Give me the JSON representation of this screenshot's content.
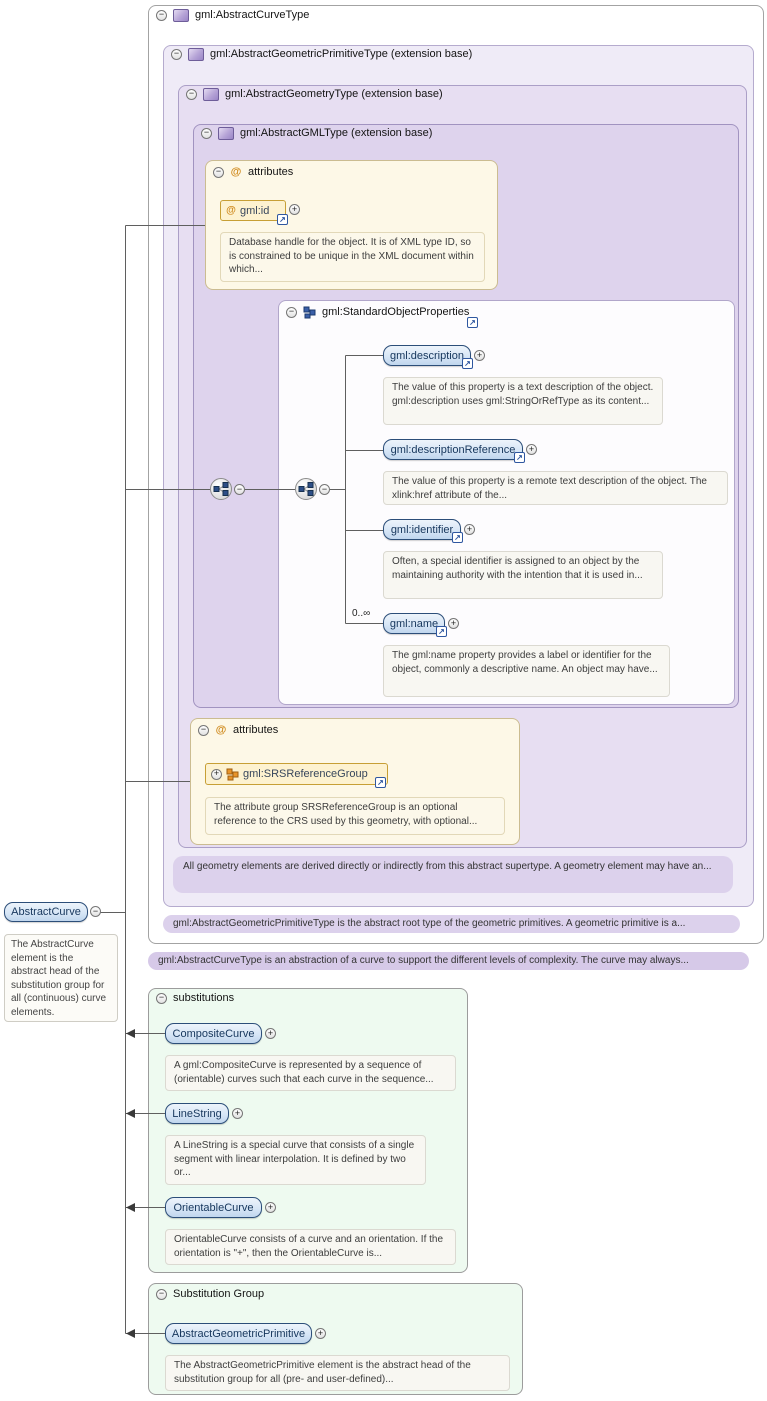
{
  "curve_type": {
    "title": "gml:AbstractCurveType",
    "annotation": "gml:AbstractCurveType is an abstraction of a curve to support the different levels of complexity. The curve may always..."
  },
  "primitive_type": {
    "title": "gml:AbstractGeometricPrimitiveType (extension base)",
    "annotation": "gml:AbstractGeometricPrimitiveType is the abstract root type of the geometric primitives. A geometric primitive is a..."
  },
  "geometry_type": {
    "title": "gml:AbstractGeometryType (extension base)",
    "annotation": "All geometry elements are derived directly or indirectly from this abstract supertype. A geometry element may have an..."
  },
  "gml_type": {
    "title": "gml:AbstractGMLType (extension base)"
  },
  "attr_id": {
    "title": "attributes",
    "name": "gml:id",
    "doc": "Database handle for the object. It is of XML type ID, so is constrained to be unique in the XML document within which..."
  },
  "sop": {
    "title": "gml:StandardObjectProperties",
    "elements": [
      {
        "name": "gml:description",
        "doc": "The value of this property is a text description of the object. gml:description uses gml:StringOrRefType as its content..."
      },
      {
        "name": "gml:descriptionReference",
        "doc": "The value of this property is a remote text description of the object. The xlink:href attribute of the..."
      },
      {
        "name": "gml:identifier",
        "doc": "Often, a special identifier is assigned to an object by the maintaining authority with the intention that it is used in..."
      },
      {
        "name": "gml:name",
        "cardinality": "0..∞",
        "doc": "The gml:name property provides a label or identifier for the object, commonly a descriptive name. An object may have..."
      }
    ]
  },
  "attr_srs": {
    "title": "attributes",
    "name": "gml:SRSReferenceGroup",
    "doc": "The attribute group SRSReferenceGroup is an optional reference to the CRS used by this geometry, with optional..."
  },
  "element": {
    "name": "AbstractCurve",
    "doc": "The AbstractCurve element is the abstract head of the substitution group for all (continuous) curve elements."
  },
  "substitutions": {
    "title": "substitutions",
    "items": [
      {
        "name": "CompositeCurve",
        "doc": "A gml:CompositeCurve is represented by a sequence of (orientable) curves such that each curve in the sequence..."
      },
      {
        "name": "LineString",
        "doc": "A LineString is a special curve that consists of a single segment with linear interpolation. It is defined by two or..."
      },
      {
        "name": "OrientableCurve",
        "doc": "OrientableCurve consists of a curve and an orientation. If the orientation is \"+\", then the OrientableCurve is..."
      }
    ]
  },
  "substitution_group": {
    "title": "Substitution Group",
    "items": [
      {
        "name": "AbstractGeometricPrimitive",
        "doc": "The AbstractGeometricPrimitive element is the abstract head of the substitution group for all (pre- and user-defined)..."
      }
    ]
  }
}
